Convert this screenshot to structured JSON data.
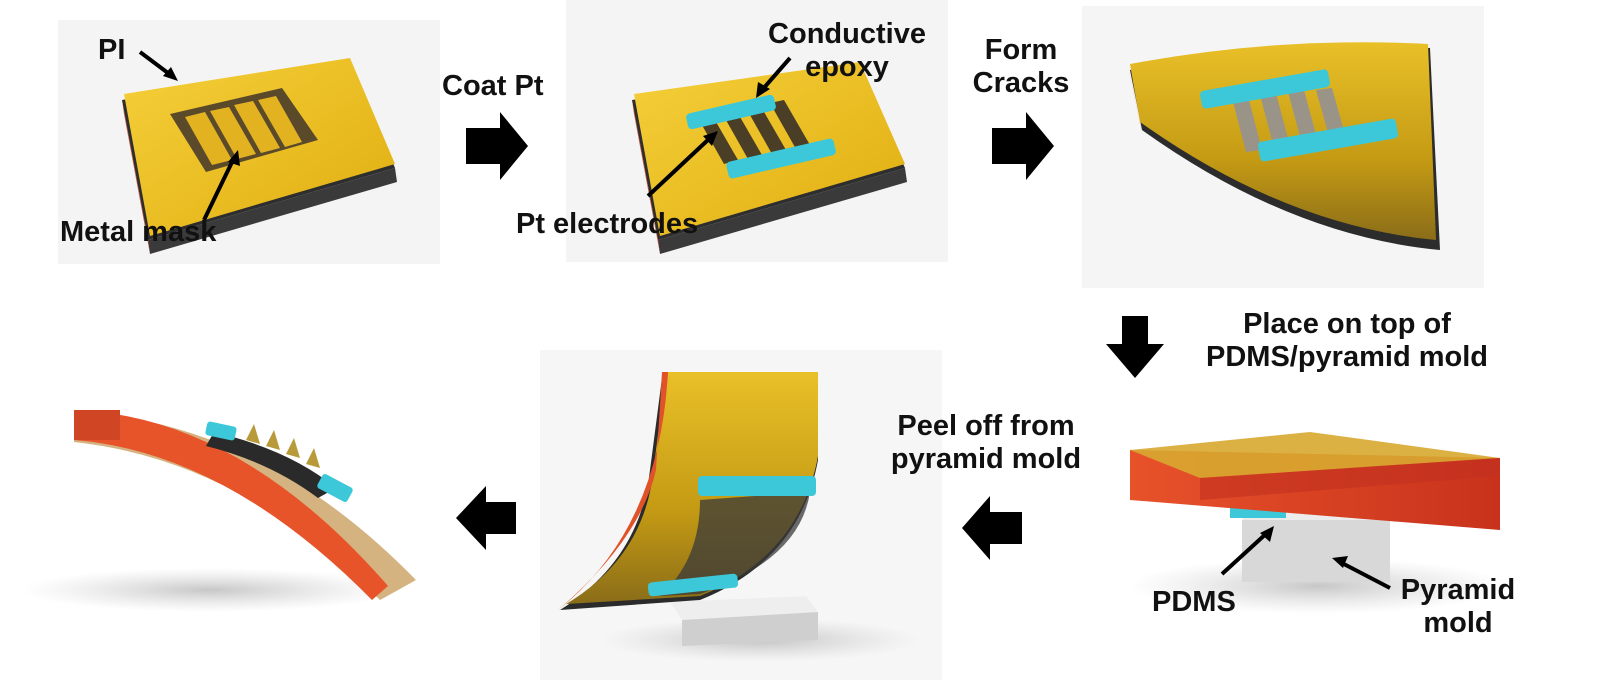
{
  "labels": {
    "pi": "PI",
    "metal_mask": "Metal mask",
    "coat_pt": "Coat Pt",
    "conductive_epoxy_l1": "Conductive",
    "conductive_epoxy_l2": "epoxy",
    "pt_electrodes": "Pt electrodes",
    "form_cracks_l1": "Form",
    "form_cracks_l2": "Cracks",
    "place_l1": "Place on top of",
    "place_l2": "PDMS/pyramid mold",
    "peel_l1": "Peel off from",
    "peel_l2": "pyramid mold",
    "pdms": "PDMS",
    "pyramid_mold_l1": "Pyramid",
    "pyramid_mold_l2": "mold"
  },
  "colors": {
    "pi_film": "#f0c21a",
    "pi_edge": "#e05a2a",
    "substrate": "#2a2a2a",
    "epoxy": "#3cc8d8",
    "mask": "#5a4a2a",
    "mold": "#d9d9d9",
    "arrow": "#000000"
  }
}
